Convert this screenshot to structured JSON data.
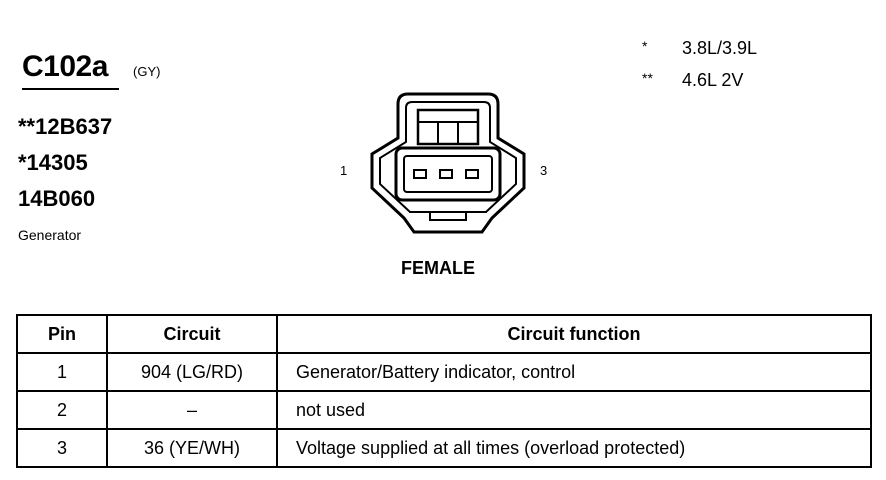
{
  "connector": {
    "id": "C102a",
    "color_code": "(GY)",
    "part_numbers": [
      "**12B637",
      "*14305",
      "14B060"
    ],
    "component": "Generator",
    "gender": "FEMALE",
    "pin_labels": {
      "left": "1",
      "right": "3"
    }
  },
  "legend": [
    {
      "mark": "*",
      "text": "3.8L/3.9L"
    },
    {
      "mark": "**",
      "text": "4.6L 2V"
    }
  ],
  "table": {
    "headers": [
      "Pin",
      "Circuit",
      "Circuit function"
    ],
    "rows": [
      {
        "pin": "1",
        "circuit": "904 (LG/RD)",
        "function": "Generator/Battery indicator, control"
      },
      {
        "pin": "2",
        "circuit": "–",
        "function": "not used"
      },
      {
        "pin": "3",
        "circuit": "36 (YE/WH)",
        "function": "Voltage supplied at all times (overload protected)"
      }
    ]
  },
  "colors": {
    "ink": "#000000",
    "paper": "#ffffff"
  }
}
